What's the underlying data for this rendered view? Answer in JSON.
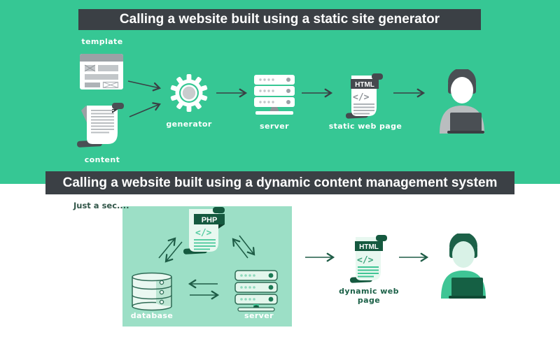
{
  "colors": {
    "green_background": "#36C794",
    "panel_background": "#9CDFC6",
    "title_bar_background": "#3B4045",
    "title_text": "#FFFFFF",
    "node_label_text": "#FFFFFF",
    "dark_green": "#15593F",
    "mid_green": "#3FC595",
    "mint": "#E8F8F0",
    "arrow_gray": "#3A4045",
    "arrow_green": "#1E5C46",
    "icon_dark_gray": "#4A4F54",
    "icon_light_gray": "#C2C6C9"
  },
  "static_section": {
    "title": "Calling a website built using a static site generator",
    "nodes": {
      "template": {
        "label": "template"
      },
      "content": {
        "label": "content"
      },
      "generator": {
        "label": "generator"
      },
      "server": {
        "label": "server"
      },
      "static_page": {
        "label": "static web page",
        "badge": "HTML",
        "code_glyph": "</>"
      }
    }
  },
  "dynamic_section": {
    "title": "Calling a website built using a dynamic content management system",
    "loading_text": "Just a sec....",
    "nodes": {
      "php_script": {
        "badge": "PHP",
        "code_glyph": "</>"
      },
      "database": {
        "label": "database"
      },
      "server": {
        "label": "server"
      },
      "dynamic_page": {
        "label": "dynamic web page",
        "badge": "HTML",
        "code_glyph": "</>"
      }
    }
  }
}
